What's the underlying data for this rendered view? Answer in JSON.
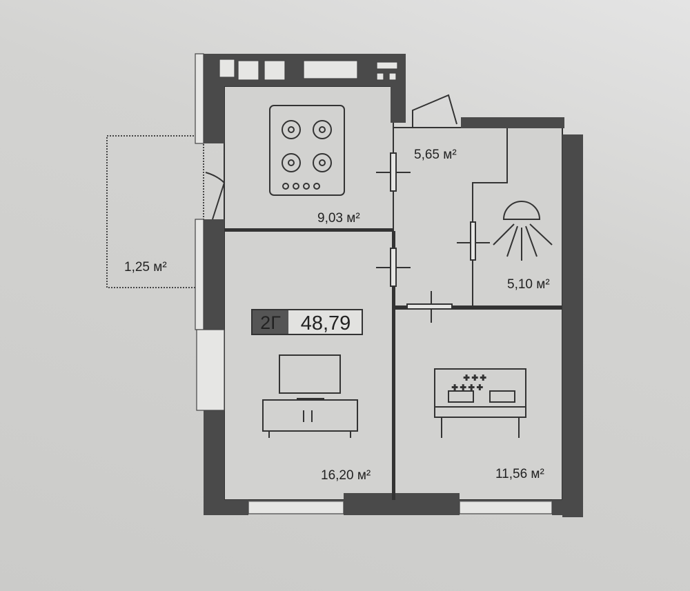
{
  "plan": {
    "unit_type": "2Г",
    "total_area": "48,79",
    "rooms": {
      "kitchen": {
        "area": "9,03 м²"
      },
      "hallway": {
        "area": "5,65 м²"
      },
      "bathroom": {
        "area": "5,10 м²"
      },
      "balcony": {
        "area": "1,25 м²"
      },
      "living_room": {
        "area": "16,20 м²"
      },
      "bedroom": {
        "area": "11,56 м²"
      }
    }
  }
}
